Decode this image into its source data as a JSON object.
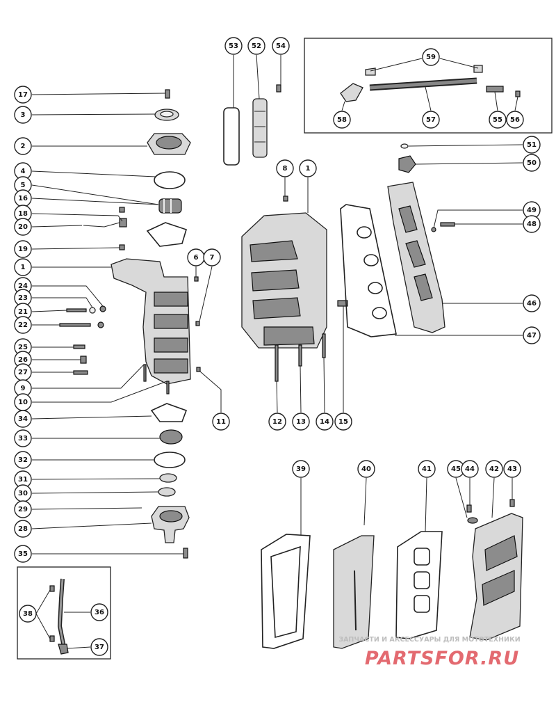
{
  "diagram": {
    "callouts": [
      "17",
      "3",
      "2",
      "4",
      "5",
      "16",
      "18",
      "20",
      "19",
      "1",
      "24",
      "23",
      "21",
      "22",
      "25",
      "26",
      "27",
      "9",
      "10",
      "34",
      "33",
      "32",
      "31",
      "30",
      "29",
      "28",
      "35",
      "53",
      "52",
      "54",
      "59",
      "58",
      "57",
      "55",
      "56",
      "8",
      "1",
      "51",
      "50",
      "49",
      "48",
      "46",
      "47",
      "6",
      "7",
      "11",
      "12",
      "13",
      "14",
      "15",
      "39",
      "40",
      "41",
      "45",
      "44",
      "42",
      "43",
      "38",
      "36",
      "37"
    ]
  },
  "watermark": {
    "tagline": "ЗАПЧАСТИ И АКСЕССУАРЫ ДЛЯ МОТОТЕХНИКИ",
    "logo": "PARTSFOR.RU"
  },
  "colors": {
    "line": "#222222",
    "part_fill": "#d9d9d9",
    "watermark_red": "#e36a70",
    "watermark_gray": "#bdbdbd"
  }
}
